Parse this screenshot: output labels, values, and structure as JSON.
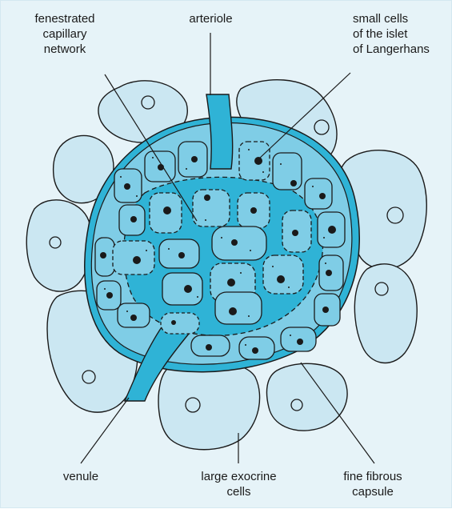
{
  "labels": {
    "fenestrated": "fenestrated\ncapillary\nnetwork",
    "arteriole": "arteriole",
    "small_cells": "small cells\nof the islet\nof Langerhans",
    "venule": "venule",
    "exocrine": "large exocrine\ncells",
    "capsule": "fine fibrous\ncapsule"
  },
  "colors": {
    "background": "#e6f3f8",
    "exocrine_cell": "#cbe7f2",
    "capillary": "#2fb3d6",
    "islet_cell": "#7fcde6",
    "outline": "#1a1a1a"
  }
}
